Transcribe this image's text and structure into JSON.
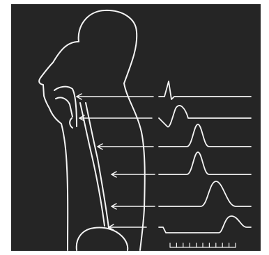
{
  "screen": {
    "background_color": "#252525",
    "border_color": "#ffffff",
    "line_color": "#f4f4f4"
  },
  "figure": {
    "subject": "head-and-torso-outline",
    "tracks": [
      {
        "id": "level-1",
        "waveform": "sharp-spike"
      },
      {
        "id": "level-2",
        "waveform": "biphasic-wave"
      },
      {
        "id": "level-3",
        "waveform": "peak"
      },
      {
        "id": "level-4",
        "waveform": "peak"
      },
      {
        "id": "level-5",
        "waveform": "broad-peak"
      },
      {
        "id": "level-6",
        "waveform": "step-and-peak"
      }
    ],
    "time_scale": {
      "tick_count": 11
    }
  }
}
